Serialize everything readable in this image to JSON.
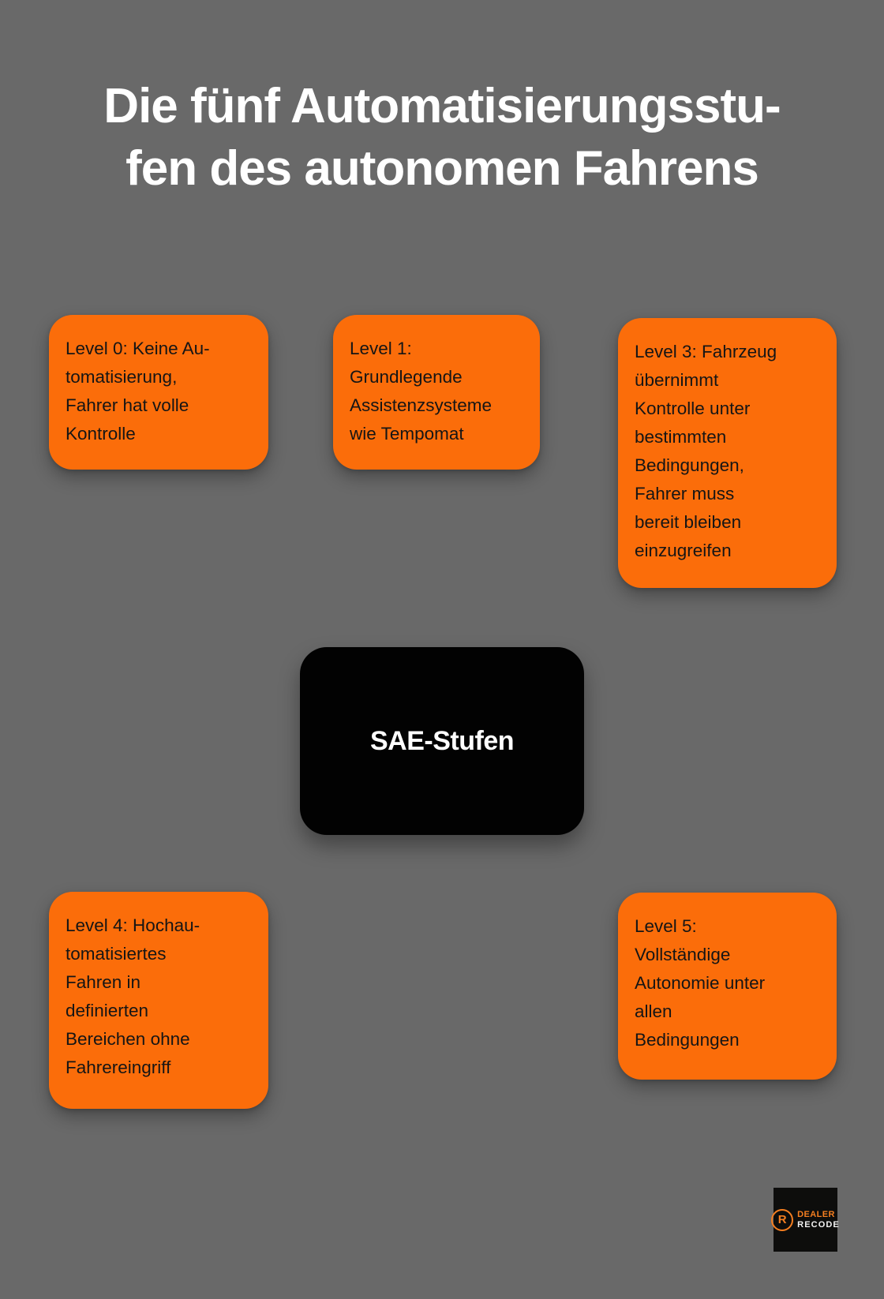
{
  "title": "Die fünf Automatisierungsstu-\nfen des autonomen Fahrens",
  "center": {
    "label": "SAE-Stufen"
  },
  "levels": [
    {
      "id": "level-0",
      "text": "Level 0: Keine Au-\ntomatisierung,\nFahrer hat volle\nKontrolle"
    },
    {
      "id": "level-1",
      "text": "Level 1:\nGrundlegende\nAssistenzsysteme\nwie Tempomat"
    },
    {
      "id": "level-3",
      "text": "Level 3: Fahrzeug\nübernimmt\nKontrolle unter\nbestimmten\nBedingungen,\nFahrer muss\nbereit bleiben\neinzugreifen"
    },
    {
      "id": "level-4",
      "text": "Level 4: Hochau-\ntomatisiertes\nFahren in\ndefinierten\nBereichen ohne\nFahrereingriff"
    },
    {
      "id": "level-5",
      "text": "Level 5:\nVollständige\nAutonomie unter\nallen\nBedingungen"
    }
  ],
  "logo": {
    "mark": "R",
    "line1": "DEALER",
    "line2": "RECODE"
  },
  "colors": {
    "background": "#696969",
    "card": "#fb6d0a",
    "card_text": "#151515",
    "center_bg": "#020202",
    "center_text": "#ffffff",
    "title": "#ffffff",
    "logo_bg": "#0d0d0c",
    "logo_accent": "#f47e20",
    "logo_secondary": "#f2f2f2"
  }
}
